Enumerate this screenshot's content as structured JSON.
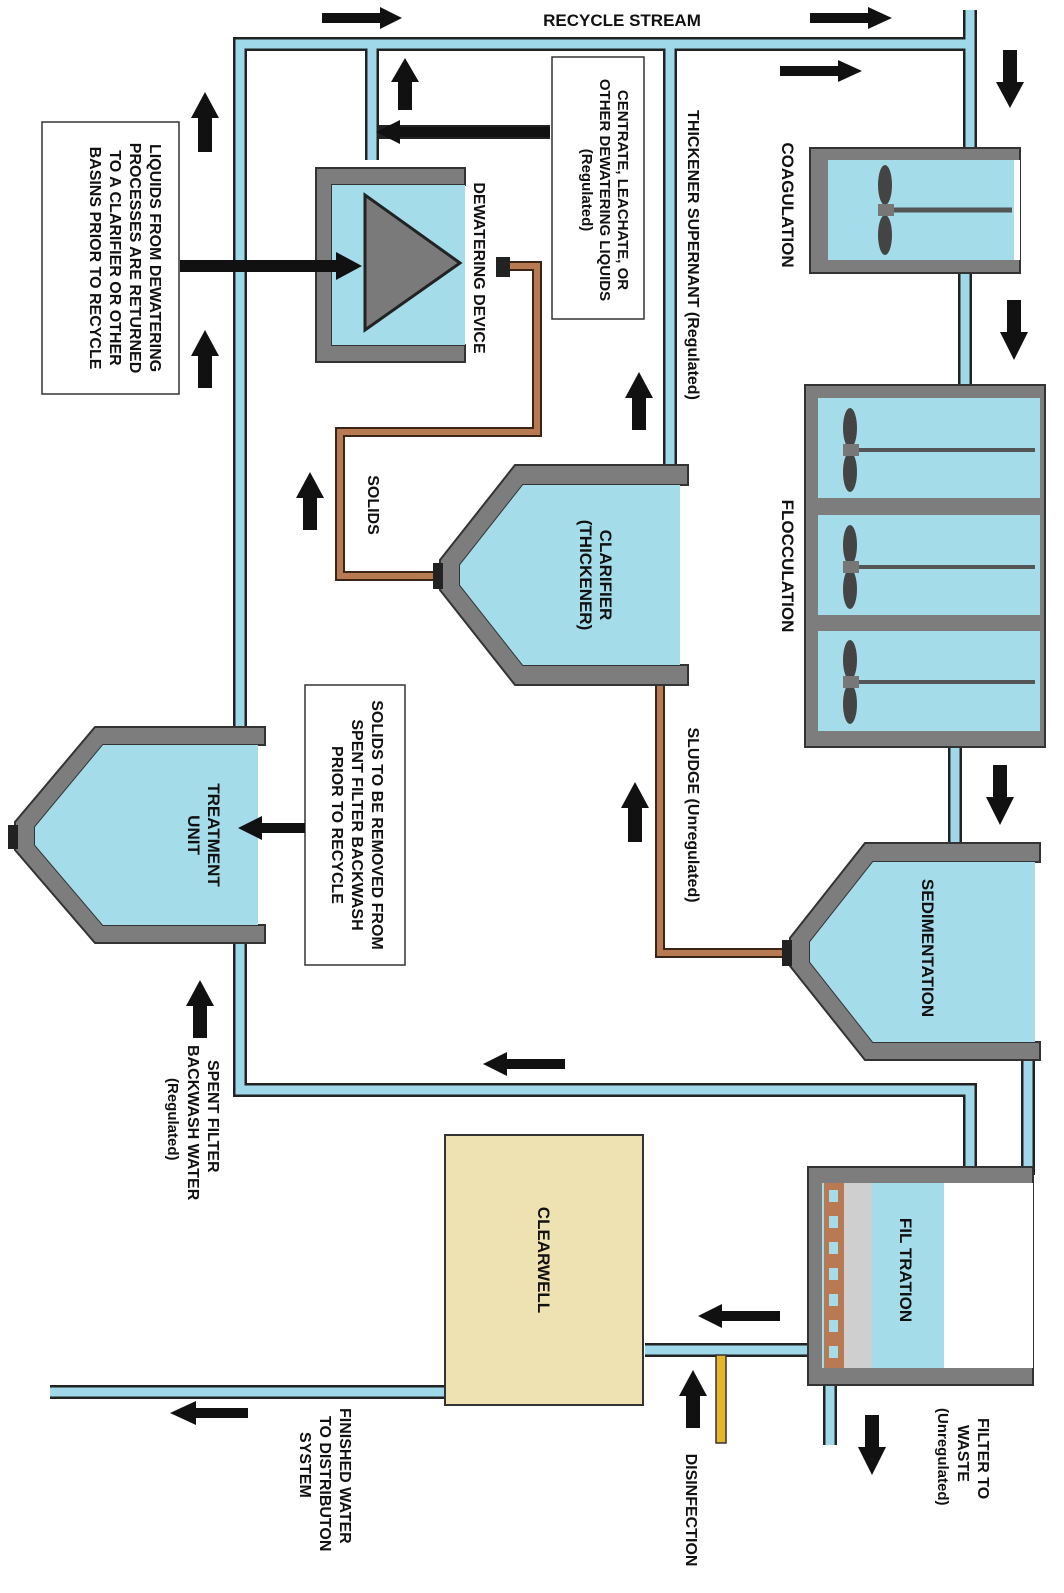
{
  "labels": {
    "recycle_stream": "RECYCLE STREAM",
    "coagulation": "COAGULATION",
    "flocculation": "FLOCCULATION",
    "sedimentation": "SEDIMENTATION",
    "filtration": "FIL TRATION",
    "clearwell": "CLEARWELL",
    "dewatering_device": "DEWATERING DEVICE",
    "clarifier_l1": "CLARIFIER",
    "clarifier_l2": "(THICKENER)",
    "treatment_l1": "TREATMENT",
    "treatment_l2": "UNIT",
    "solids": "SOLIDS",
    "thickener_supernant": "THICKENER SUPERNANT (Regulated)",
    "sludge": "SLUDGE (Unregulated)",
    "disinfection": "DISINFECTION",
    "centrate_box": {
      "l1": "CENTRATE, LEACHATE, OR",
      "l2": "OTHER DEWATERING LIQUIDS",
      "l3": "(Regulated)"
    },
    "liquids_box": {
      "l1": "LIQUIDS FROM DEWATERING",
      "l2": "PROCESSES ARE RETURNED",
      "l3": "TO A CLARIFIER OR OTHER",
      "l4": "BASINS PRIOR TO RECYCLE"
    },
    "solids_box": {
      "l1": "SOLIDS TO BE REMOVED FROM",
      "l2": "SPENT FILTER BACKWASH",
      "l3": "PRIOR TO RECYCLE"
    },
    "spent_filter": {
      "l1": "SPENT FILTER",
      "l2": "BACKWASH WATER",
      "l3": "(Regulated)"
    },
    "filter_to_waste": {
      "l1": "FILTER TO",
      "l2": "WASTE",
      "l3": "(Unregulated)"
    },
    "finished_water": {
      "l1": "FINISHED WATER",
      "l2": "TO DISTRIBUTON",
      "l3": "SYSTEM"
    }
  },
  "colors": {
    "pipe": "#9fd8e8",
    "water": "#a4dcea",
    "wall": "#7d7d7d",
    "sludge_pipe": "#b87a52",
    "clearwell": "#efe2b2",
    "disinfection_pipe": "#e4b72a"
  }
}
